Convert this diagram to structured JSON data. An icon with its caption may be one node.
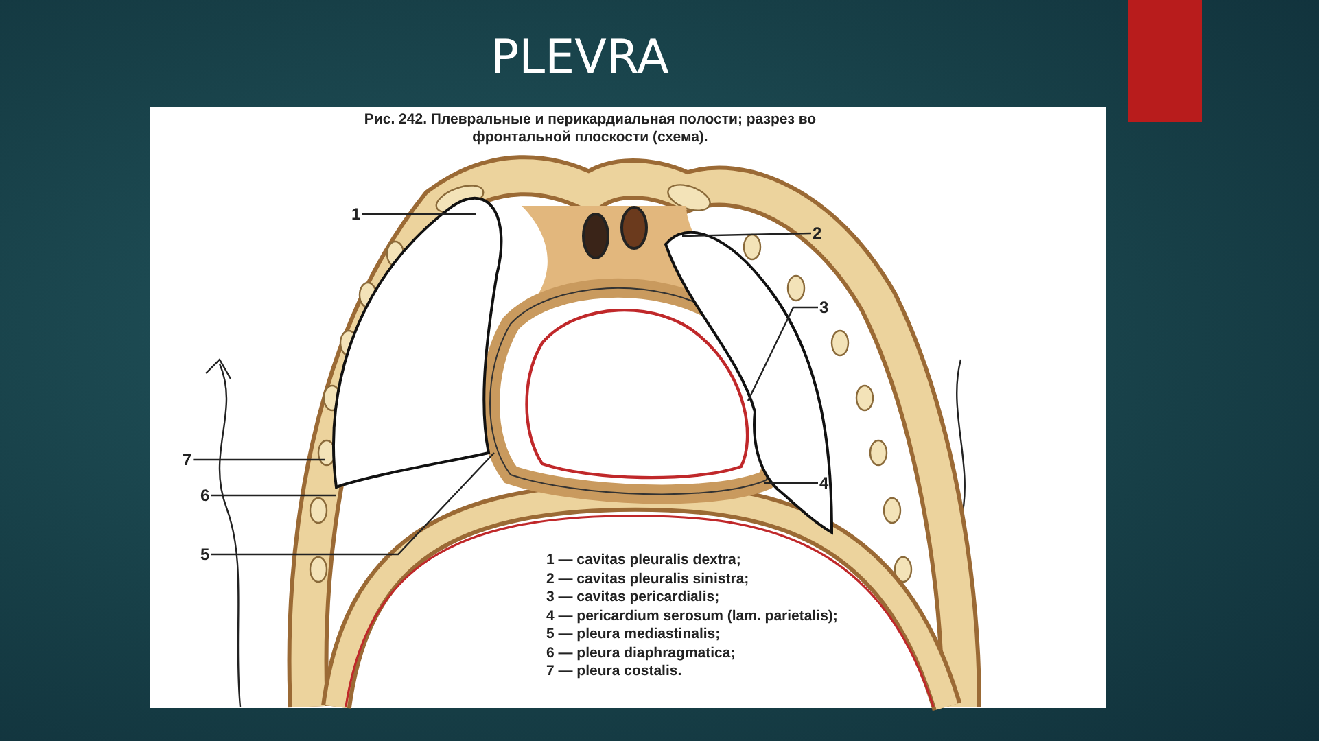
{
  "diagram": {
    "title": "PLEVRA",
    "caption": "Рис. 242. Плевральные и перикардиальная полости; разрез во фронтальной плоскости (схема).",
    "nodes": [
      {
        "text": [
          "1"
        ]
      },
      {
        "text": [
          "2"
        ]
      },
      {
        "text": [
          "3"
        ]
      },
      {
        "text": [
          "7"
        ]
      },
      {
        "text": [
          "6"
        ]
      },
      {
        "text": [
          "4"
        ]
      },
      {
        "text": [
          "5"
        ]
      }
    ],
    "edges": [
      {
        "from": 0,
        "to": null,
        "arrow": "none"
      },
      {
        "from": 1,
        "to": null,
        "arrow": "none"
      },
      {
        "from": 2,
        "to": null,
        "arrow": "none"
      },
      {
        "from": 3,
        "to": null,
        "arrow": "none"
      },
      {
        "from": 4,
        "to": null,
        "arrow": "none"
      },
      {
        "from": 5,
        "to": null,
        "arrow": "none"
      },
      {
        "from": 6,
        "to": null,
        "arrow": "none"
      }
    ],
    "labels": [
      "1 — cavitas pleuralis dextra;",
      "2 — cavitas pleuralis sinistra;",
      "3 — cavitas pericardialis;",
      "4 — pericardium serosum (lam. parietalis);",
      "5 — pleura mediastinalis;",
      "6 — pleura diaphragmatica;",
      "7 — pleura costalis."
    ]
  }
}
